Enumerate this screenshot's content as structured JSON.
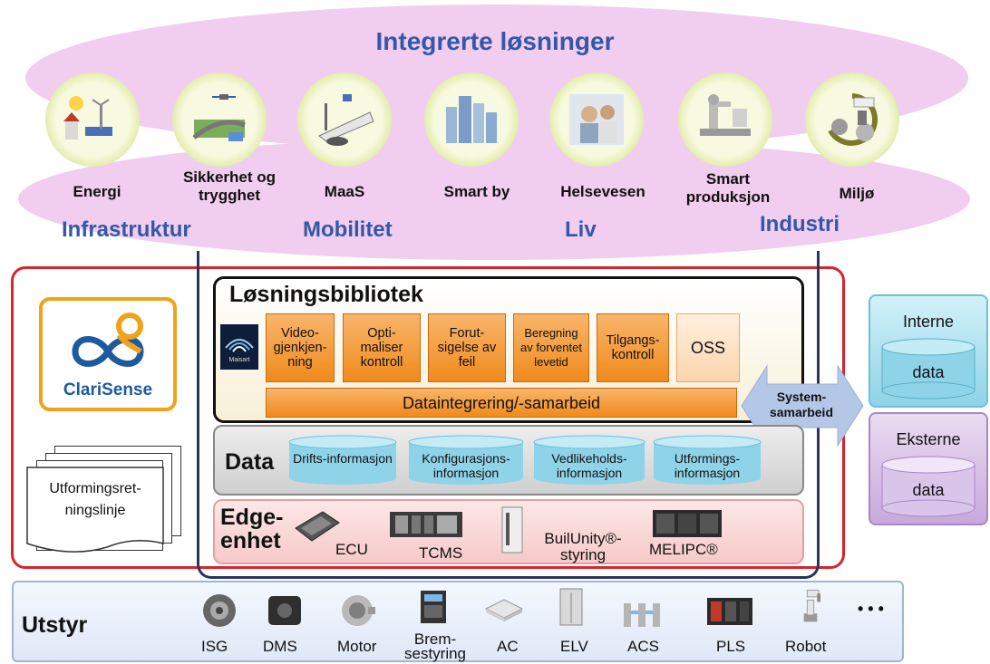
{
  "top": {
    "title": "Integrerte løsninger",
    "solutions": [
      "Energi",
      "Sikkerhet og trygghet",
      "MaaS",
      "Smart by",
      "Helsevesen",
      "Smart produksjon",
      "Miljø"
    ],
    "categories": [
      "Infrastruktur",
      "Mobilitet",
      "Liv",
      "Industri"
    ]
  },
  "logo": {
    "name": "ClariSense",
    "brand_color": "#f1a21b",
    "accent_color": "#1d5aa0"
  },
  "guideline": "Utformingsret-ningslinje",
  "library": {
    "title": "Løsningsbibliotek",
    "maisart": "Maisart",
    "boxes": [
      "Video-gjenkjen-ning",
      "Opti-maliser kontroll",
      "Forut-sigelse av feil",
      "Beregning av forventet levetid",
      "Tilgangs-kontroll"
    ],
    "oss": "OSS",
    "integration": "Dataintegrering/-samarbeid"
  },
  "data_row": {
    "title": "Data",
    "items": [
      "Drifts-informasjon",
      "Konfigurasjons-informasjon",
      "Vedlikeholds-informasjon",
      "Utformings-informasjon"
    ]
  },
  "edge": {
    "title_line1": "Edge-",
    "title_line2": "enhet",
    "devices": [
      "ECU",
      "TCMS",
      "BuilUnity®-styring",
      "MELIPC®"
    ]
  },
  "arrow_label": "System-samarbeid",
  "internal": {
    "title": "Interne",
    "label": "data"
  },
  "external": {
    "title": "Eksterne",
    "label": "data"
  },
  "equipment": {
    "title": "Utstyr",
    "items": [
      "ISG",
      "DMS",
      "Motor",
      "Brem-sestyring",
      "AC",
      "ELV",
      "ACS",
      "PLS",
      "Robot"
    ],
    "more": "• • •"
  },
  "colors": {
    "title_blue": "#3457a6",
    "frame_red": "#d9232e",
    "frame_navy": "#2a3658",
    "orange": "#f08a1c",
    "cyan": "#8fd3e8",
    "lilac": "#f1cdef"
  }
}
